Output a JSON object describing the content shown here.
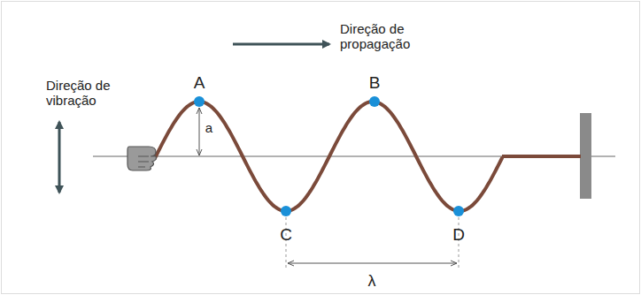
{
  "diagram": {
    "labels": [
      "Direção de propagação",
      "Direção de vibração",
      "A",
      "B",
      "C",
      "D",
      "a",
      "λ"
    ]
  }
}
